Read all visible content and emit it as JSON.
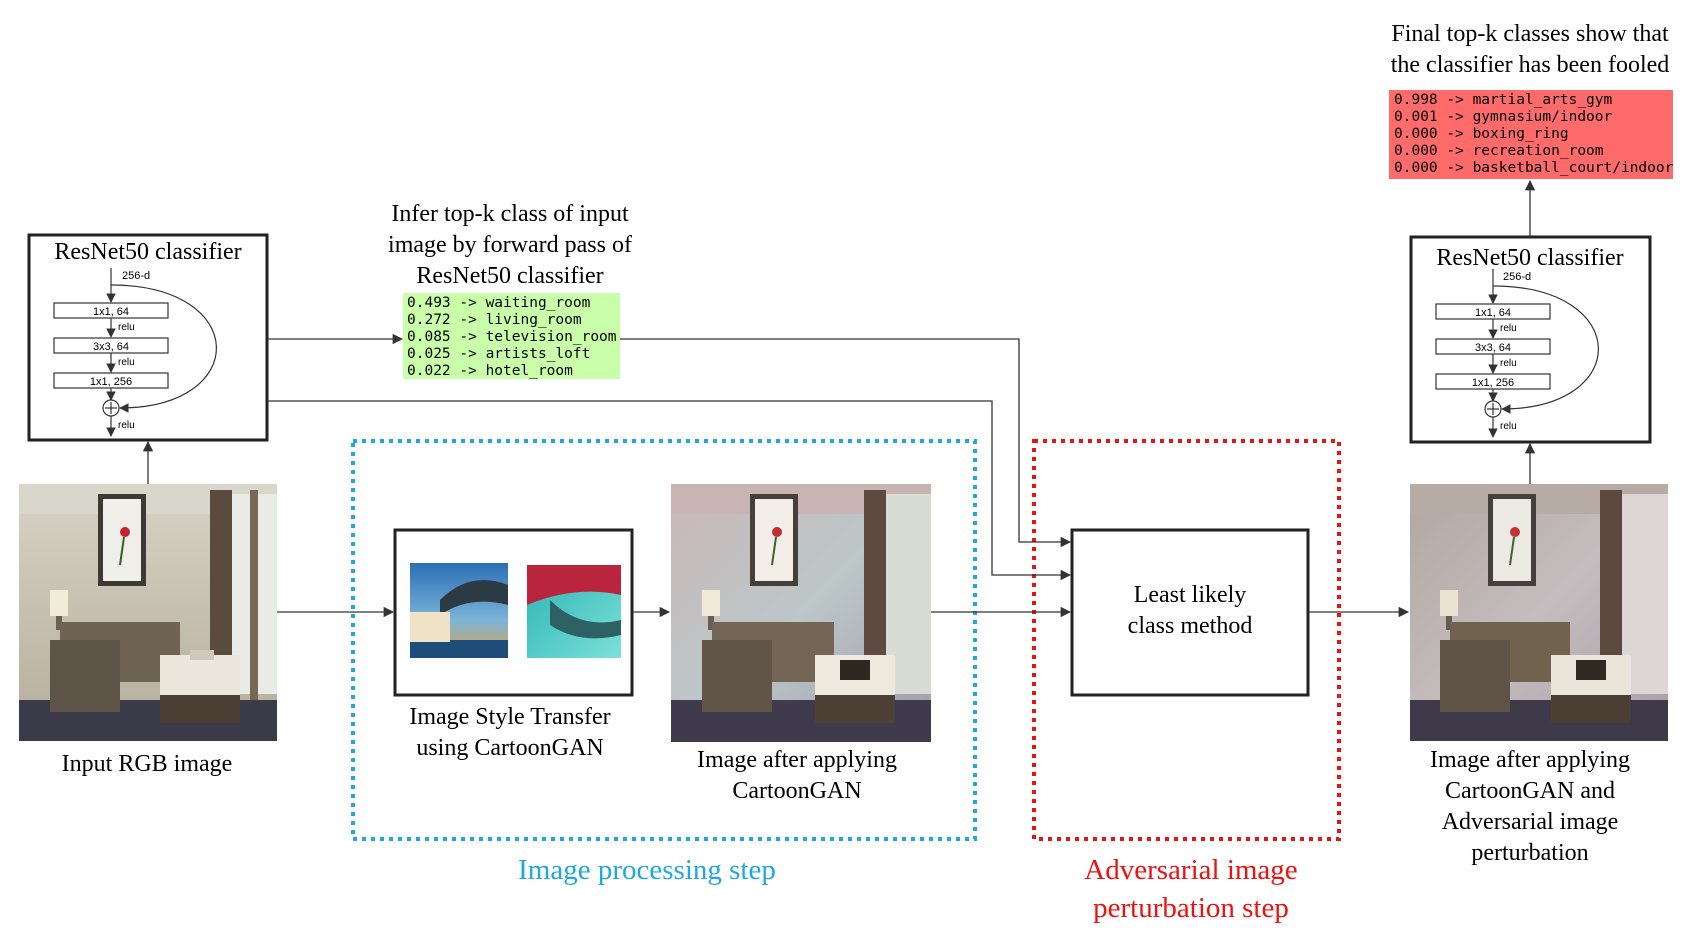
{
  "left_classifier": {
    "title": "ResNet50 classifier",
    "block": {
      "dim": "256-d",
      "layer1": "1x1, 64",
      "layer2": "3x3, 64",
      "layer3": "1x1, 256",
      "act": "relu"
    }
  },
  "right_classifier": {
    "title": "ResNet50 classifier",
    "block": {
      "dim": "256-d",
      "layer1": "1x1, 64",
      "layer2": "3x3, 64",
      "layer3": "1x1, 256",
      "act": "relu"
    }
  },
  "infer_caption": [
    "Infer top-k class of input",
    "image by forward pass of",
    "ResNet50 classifier"
  ],
  "initial_predictions": {
    "color": "#c8ffa8",
    "rows": [
      "0.493 -> waiting_room",
      "0.272 -> living_room",
      "0.085 -> television_room",
      "0.025 -> artists_loft",
      "0.022 -> hotel_room"
    ]
  },
  "final_caption": [
    "Final top-k classes show that",
    "the classifier has been fooled"
  ],
  "final_predictions": {
    "color": "#ff6b6b",
    "rows": [
      "0.998 -> martial_arts_gym",
      "0.001 -> gymnasium/indoor",
      "0.000 -> boxing_ring",
      "0.000 -> recreation_room",
      "0.000 -> basketball_court/indoor"
    ]
  },
  "input_label": "Input RGB image",
  "style_transfer_label": [
    "Image Style Transfer",
    "using CartoonGAN"
  ],
  "after_cartoon_label": [
    "Image after applying",
    "CartoonGAN"
  ],
  "llc_label": [
    "Least likely",
    "class method"
  ],
  "final_image_label": [
    "Image after applying",
    "CartoonGAN and",
    "Adversarial image",
    "perturbation"
  ],
  "processing_step": {
    "label": "Image processing step",
    "color": "#1fa8e0"
  },
  "adversarial_step": {
    "label": [
      "Adversarial image",
      "perturbation step"
    ],
    "color": "#ee1111"
  }
}
